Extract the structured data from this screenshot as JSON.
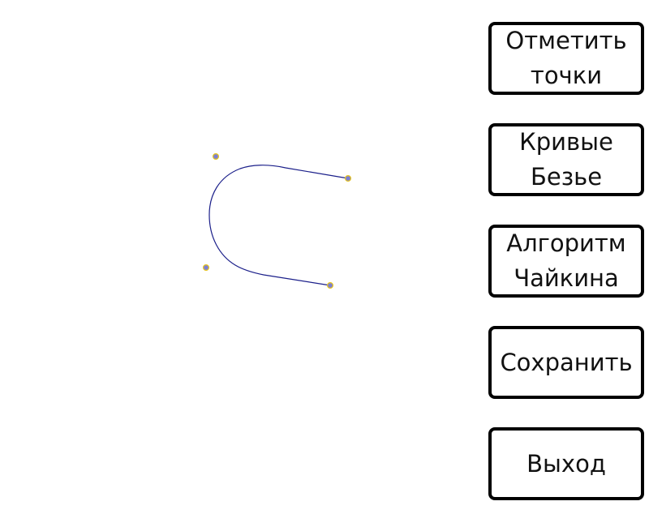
{
  "toolbar": {
    "mark_points_label": "Отметить\nточки",
    "bezier_label": "Кривые\nБезье",
    "chaikin_label": "Алгоритм\nЧайкина",
    "save_label": "Сохранить",
    "exit_label": "Выход"
  },
  "canvas": {
    "curve_color": "#1b1f8a",
    "point_fill": "#7b7fd6",
    "point_outline": "#e6c31a",
    "control_point_count": 4
  }
}
